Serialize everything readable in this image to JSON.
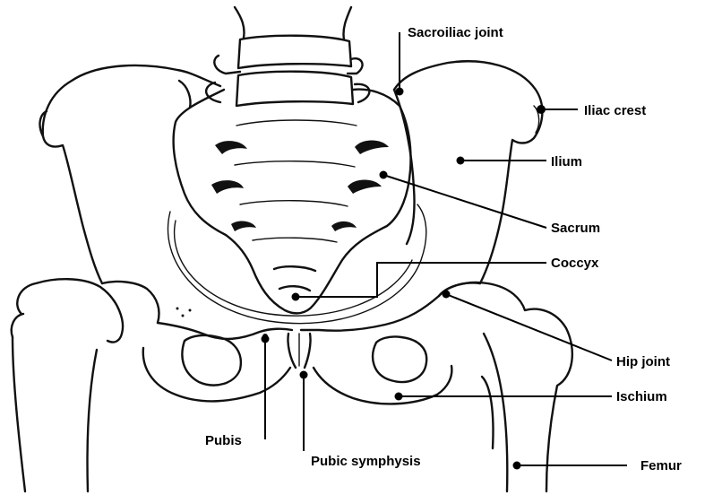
{
  "labels": {
    "sacroiliac_joint": "Sacroiliac joint",
    "iliac_crest": "Iliac crest",
    "ilium": "Ilium",
    "sacrum": "Sacrum",
    "coccyx": "Coccyx",
    "hip_joint": "Hip joint",
    "ischium": "Ischium",
    "pubis": "Pubis",
    "pubic_symphysis": "Pubic symphysis",
    "femur": "Femur"
  },
  "colors": {
    "line": "#000000",
    "background": "#ffffff"
  }
}
